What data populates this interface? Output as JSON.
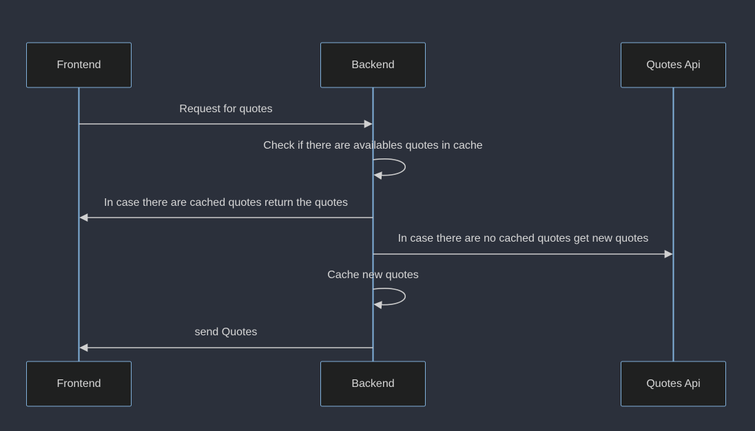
{
  "participants": [
    {
      "id": "frontend",
      "label": "Frontend"
    },
    {
      "id": "backend",
      "label": "Backend"
    },
    {
      "id": "quotes_api",
      "label": "Quotes Api"
    }
  ],
  "messages": [
    {
      "from": "frontend",
      "to": "backend",
      "label": "Request for quotes"
    },
    {
      "from": "backend",
      "to": "backend",
      "label": "Check if there are availables quotes in cache"
    },
    {
      "from": "backend",
      "to": "frontend",
      "label": "In case there are cached quotes return the quotes"
    },
    {
      "from": "backend",
      "to": "quotes_api",
      "label": "In case there are no cached quotes get new quotes"
    },
    {
      "from": "backend",
      "to": "backend",
      "label": "Cache new quotes"
    },
    {
      "from": "backend",
      "to": "frontend",
      "label": "send Quotes"
    }
  ],
  "colors": {
    "background": "#2b303b",
    "actor_fill": "#1f2020",
    "actor_border": "#81b1db",
    "lifeline": "#81b1db",
    "text": "#d6d6d6",
    "message_line": "#cccccc"
  }
}
